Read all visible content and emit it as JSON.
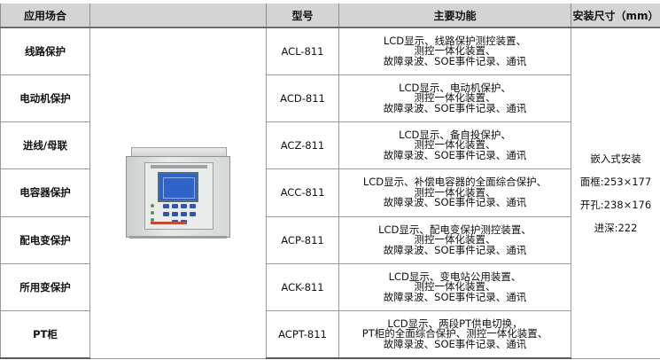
{
  "headers": {
    "application": "应用场合",
    "model": "型号",
    "functions": "主要功能",
    "size": "安装尺寸（mm）"
  },
  "rows": [
    {
      "application": "线路保护",
      "model": "ACL-811",
      "functions": [
        "LCD显示、线路保护测控装置、",
        "测控一体化装置、",
        "故障录波、SOE事件记录、通讯"
      ]
    },
    {
      "application": "电动机保护",
      "model": "ACD-811",
      "functions": [
        "LCD显示、电动机保护、",
        "测控一体化装置、",
        "故障录波、SOE事件记录、通讯"
      ]
    },
    {
      "application": "进线/母联",
      "model": "ACZ-811",
      "functions": [
        "LCD显示、备自投保护、",
        "测控一体化装置、",
        "故障录波、SOE事件记录、通讯"
      ]
    },
    {
      "application": "电容器保护",
      "model": "ACC-811",
      "functions": [
        "LCD显示、补偿电容器的全面综合保护、",
        "测控一体化装置、",
        "故障录波、SOE事件记录、通讯"
      ]
    },
    {
      "application": "配电变保护",
      "model": "ACP-811",
      "functions": [
        "LCD显示、配电变保护测控装置、",
        "测控一体化装置、",
        "故障录波、SOE事件记录、通讯"
      ]
    },
    {
      "application": "所用变保护",
      "model": "ACK-811",
      "functions": [
        "LCD显示、变电站公用装置、",
        "测控一体化装置、",
        "故障录波、SOE事件记录、通讯"
      ]
    },
    {
      "application": "PT柜",
      "model": "ACPT-811",
      "functions": [
        "LCD显示、两段PT供电切换，",
        "PT柜的全面综合保护、测控一体化装置、",
        "故障录波、SOE事件记录、通讯"
      ]
    }
  ],
  "size_lines": [
    "嵌入式安装",
    "面框:253×177",
    "开孔:238×176",
    "进深:222"
  ],
  "colors": {
    "header_bg": "#d4d4d4",
    "grid": "#9a9a9a",
    "screen": "#2f63c8"
  },
  "image_icon": "protection-relay-device-image"
}
